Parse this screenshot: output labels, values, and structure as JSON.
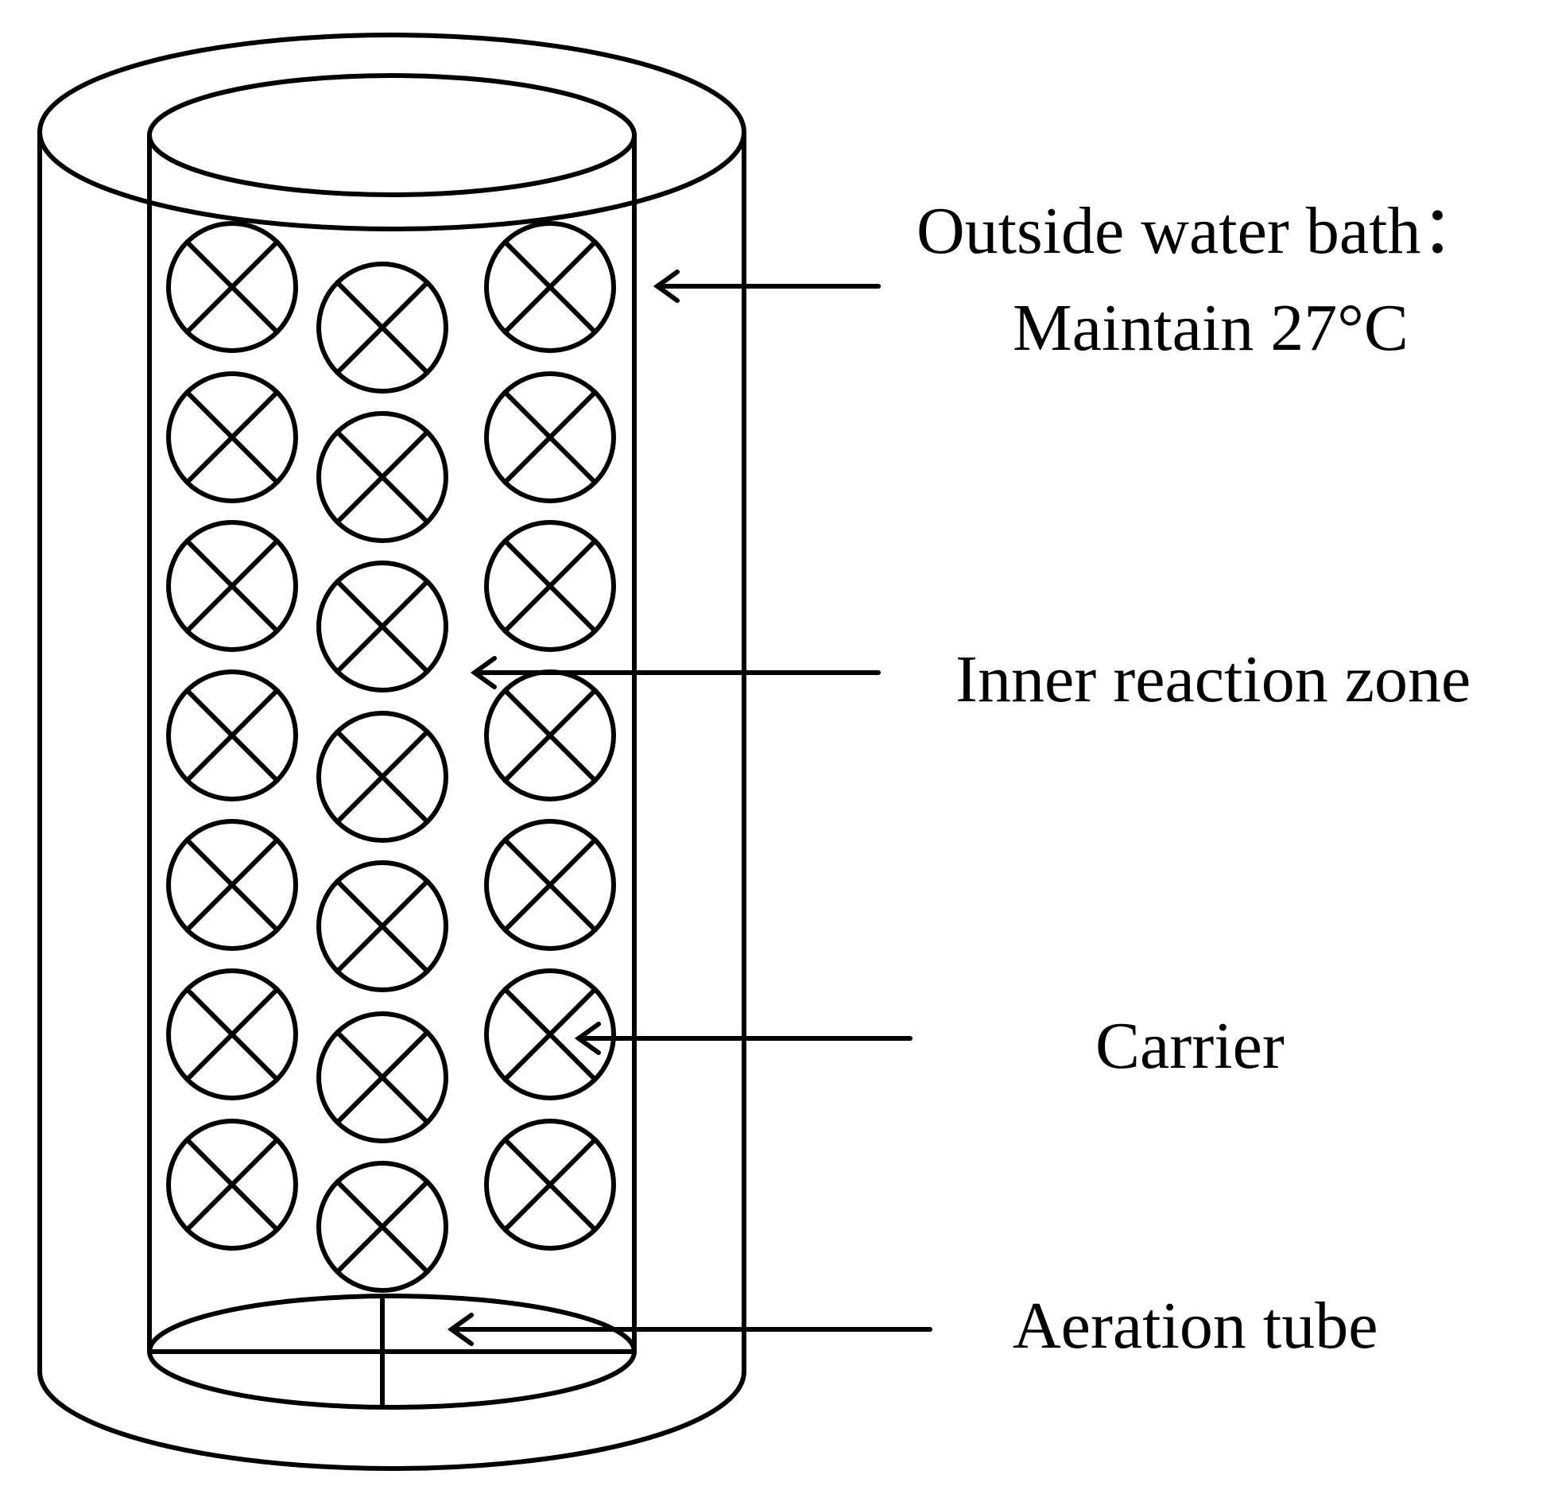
{
  "labels": {
    "outside_line1": "Outside water bath：",
    "outside_line2": "Maintain 27°C",
    "inner_zone": "Inner reaction zone",
    "carrier": "Carrier",
    "aeration": "Aeration tube"
  },
  "colors": {
    "line": "#000000",
    "background": "#ffffff"
  }
}
